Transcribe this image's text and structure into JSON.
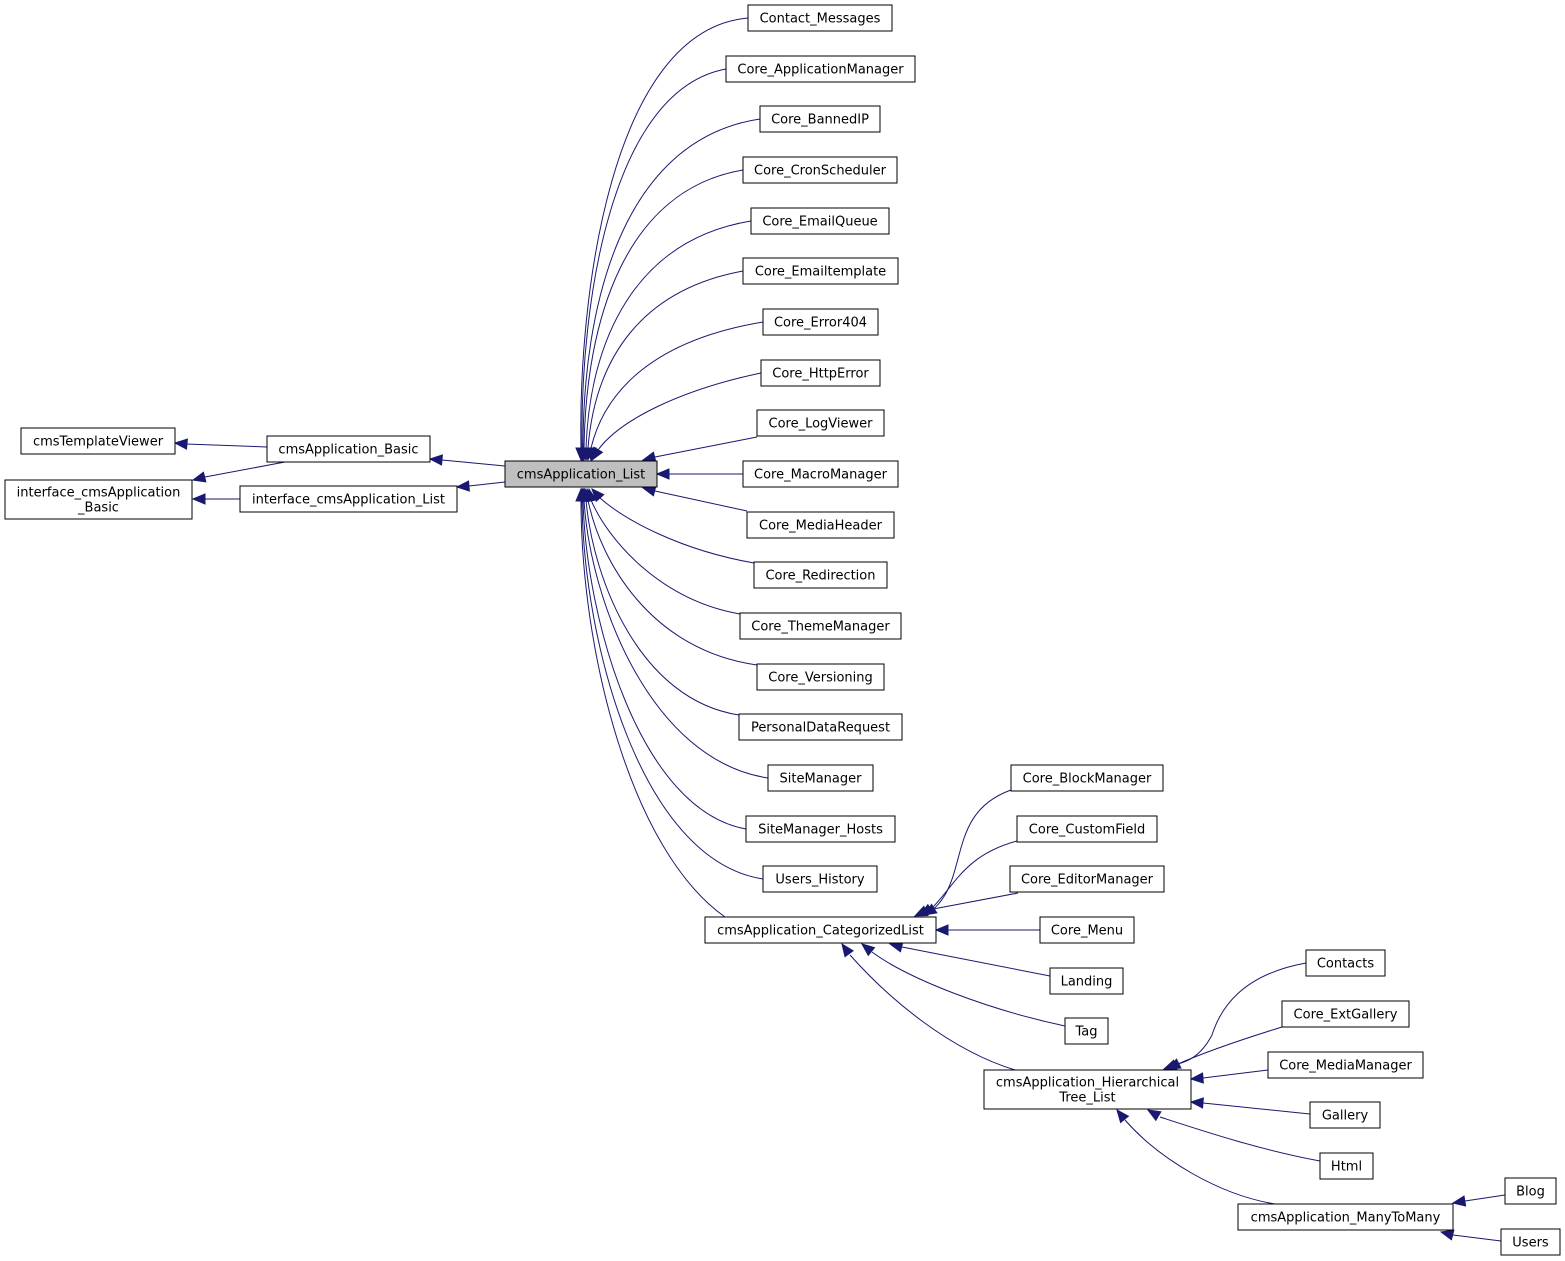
{
  "diagram": {
    "nodes": [
      {
        "id": "contact_messages",
        "label": "Contact_Messages"
      },
      {
        "id": "core_applicationmanager",
        "label": "Core_ApplicationManager"
      },
      {
        "id": "core_bannedip",
        "label": "Core_BannedIP"
      },
      {
        "id": "core_cronscheduler",
        "label": "Core_CronScheduler"
      },
      {
        "id": "core_emailqueue",
        "label": "Core_EmailQueue"
      },
      {
        "id": "core_emailtemplate",
        "label": "Core_Emailtemplate"
      },
      {
        "id": "core_error404",
        "label": "Core_Error404"
      },
      {
        "id": "core_httperror",
        "label": "Core_HttpError"
      },
      {
        "id": "core_logviewer",
        "label": "Core_LogViewer"
      },
      {
        "id": "core_macromanager",
        "label": "Core_MacroManager"
      },
      {
        "id": "core_mediaheader",
        "label": "Core_MediaHeader"
      },
      {
        "id": "core_redirection",
        "label": "Core_Redirection"
      },
      {
        "id": "core_thememanager",
        "label": "Core_ThemeManager"
      },
      {
        "id": "core_versioning",
        "label": "Core_Versioning"
      },
      {
        "id": "personaldatarequest",
        "label": "PersonalDataRequest"
      },
      {
        "id": "sitemanager",
        "label": "SiteManager"
      },
      {
        "id": "sitemanager_hosts",
        "label": "SiteManager_Hosts"
      },
      {
        "id": "users_history",
        "label": "Users_History"
      },
      {
        "id": "cmstemplateviewer",
        "label": "cmsTemplateViewer"
      },
      {
        "id": "cmsapplication_basic",
        "label": "cmsApplication_Basic"
      },
      {
        "id": "interface_cmsapplication_basic",
        "label": "interface_cmsApplication\n_Basic"
      },
      {
        "id": "interface_cmsapplication_list",
        "label": "interface_cmsApplication_List"
      },
      {
        "id": "cmsapplication_list",
        "label": "cmsApplication_List",
        "highlight": true
      },
      {
        "id": "cmsapplication_categorizedlist",
        "label": "cmsApplication_CategorizedList"
      },
      {
        "id": "core_blockmanager",
        "label": "Core_BlockManager"
      },
      {
        "id": "core_customfield",
        "label": "Core_CustomField"
      },
      {
        "id": "core_editormanager",
        "label": "Core_EditorManager"
      },
      {
        "id": "core_menu",
        "label": "Core_Menu"
      },
      {
        "id": "landing",
        "label": "Landing"
      },
      {
        "id": "tag",
        "label": "Tag"
      },
      {
        "id": "cmsapplication_hierarchicaltree_list",
        "label": "cmsApplication_Hierarchical\nTree_List"
      },
      {
        "id": "contacts",
        "label": "Contacts"
      },
      {
        "id": "core_extgallery",
        "label": "Core_ExtGallery"
      },
      {
        "id": "core_mediamanager",
        "label": "Core_MediaManager"
      },
      {
        "id": "gallery",
        "label": "Gallery"
      },
      {
        "id": "html",
        "label": "Html"
      },
      {
        "id": "cmsapplication_manytomany",
        "label": "cmsApplication_ManyToMany"
      },
      {
        "id": "blog",
        "label": "Blog"
      },
      {
        "id": "users",
        "label": "Users"
      }
    ],
    "edges": [
      {
        "from": "cmsapplication_basic",
        "to": "cmstemplateviewer"
      },
      {
        "from": "cmsapplication_basic",
        "to": "interface_cmsapplication_basic"
      },
      {
        "from": "interface_cmsapplication_list",
        "to": "interface_cmsapplication_basic"
      },
      {
        "from": "cmsapplication_list",
        "to": "cmsapplication_basic"
      },
      {
        "from": "cmsapplication_list",
        "to": "interface_cmsapplication_list"
      },
      {
        "from": "contact_messages",
        "to": "cmsapplication_list"
      },
      {
        "from": "core_applicationmanager",
        "to": "cmsapplication_list"
      },
      {
        "from": "core_bannedip",
        "to": "cmsapplication_list"
      },
      {
        "from": "core_cronscheduler",
        "to": "cmsapplication_list"
      },
      {
        "from": "core_emailqueue",
        "to": "cmsapplication_list"
      },
      {
        "from": "core_emailtemplate",
        "to": "cmsapplication_list"
      },
      {
        "from": "core_error404",
        "to": "cmsapplication_list"
      },
      {
        "from": "core_httperror",
        "to": "cmsapplication_list"
      },
      {
        "from": "core_logviewer",
        "to": "cmsapplication_list"
      },
      {
        "from": "core_macromanager",
        "to": "cmsapplication_list"
      },
      {
        "from": "core_mediaheader",
        "to": "cmsapplication_list"
      },
      {
        "from": "core_redirection",
        "to": "cmsapplication_list"
      },
      {
        "from": "core_thememanager",
        "to": "cmsapplication_list"
      },
      {
        "from": "core_versioning",
        "to": "cmsapplication_list"
      },
      {
        "from": "personaldatarequest",
        "to": "cmsapplication_list"
      },
      {
        "from": "sitemanager",
        "to": "cmsapplication_list"
      },
      {
        "from": "sitemanager_hosts",
        "to": "cmsapplication_list"
      },
      {
        "from": "users_history",
        "to": "cmsapplication_list"
      },
      {
        "from": "cmsapplication_categorizedlist",
        "to": "cmsapplication_list"
      },
      {
        "from": "core_blockmanager",
        "to": "cmsapplication_categorizedlist"
      },
      {
        "from": "core_customfield",
        "to": "cmsapplication_categorizedlist"
      },
      {
        "from": "core_editormanager",
        "to": "cmsapplication_categorizedlist"
      },
      {
        "from": "core_menu",
        "to": "cmsapplication_categorizedlist"
      },
      {
        "from": "landing",
        "to": "cmsapplication_categorizedlist"
      },
      {
        "from": "tag",
        "to": "cmsapplication_categorizedlist"
      },
      {
        "from": "cmsapplication_hierarchicaltree_list",
        "to": "cmsapplication_categorizedlist"
      },
      {
        "from": "contacts",
        "to": "cmsapplication_hierarchicaltree_list"
      },
      {
        "from": "core_extgallery",
        "to": "cmsapplication_hierarchicaltree_list"
      },
      {
        "from": "core_mediamanager",
        "to": "cmsapplication_hierarchicaltree_list"
      },
      {
        "from": "gallery",
        "to": "cmsapplication_hierarchicaltree_list"
      },
      {
        "from": "html",
        "to": "cmsapplication_hierarchicaltree_list"
      },
      {
        "from": "cmsapplication_manytomany",
        "to": "cmsapplication_hierarchicaltree_list"
      },
      {
        "from": "blog",
        "to": "cmsapplication_manytomany"
      },
      {
        "from": "users",
        "to": "cmsapplication_manytomany"
      }
    ]
  }
}
